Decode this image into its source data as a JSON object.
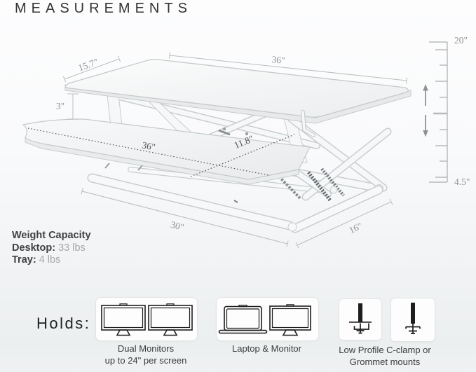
{
  "title": "MEASUREMENTS",
  "diagram": {
    "dims": {
      "top_depth": "15.7\"",
      "top_width": "36\"",
      "riser_height": "3\"",
      "tray_width": "36\"",
      "tray_depth": "11.8\"",
      "base_length": "30\"",
      "base_width": "16\"",
      "max_height": "20\"",
      "min_height": "4.5\""
    }
  },
  "weight_capacity": {
    "heading": "Weight Capacity",
    "rows": [
      {
        "label": "Desktop:",
        "value": "33 lbs"
      },
      {
        "label": "Tray:",
        "value": "4 lbs"
      }
    ]
  },
  "holds": {
    "heading": "Holds:",
    "items": [
      {
        "icon": "dual-monitors-icon",
        "line1": "Dual Monitors",
        "line2": "up to 24\" per screen"
      },
      {
        "icon": "laptop-and-monitor-icon",
        "line1": "Laptop & Monitor",
        "line2": ""
      },
      {
        "icon": "c-clamp-icon grommet-mount-icon",
        "line1": "Low Profile C-clamp or",
        "line2": "Grommet mounts"
      }
    ]
  },
  "colors": {
    "icon_ink": "#1d1d1d",
    "outline_light": "#c7cbcd",
    "dim_label_light": "#8f9395",
    "dim_label_dark": "#505456",
    "arrow_gray": "#8d9295",
    "text_dark": "#3a3c3d",
    "text_muted": "#a6a8a9"
  }
}
